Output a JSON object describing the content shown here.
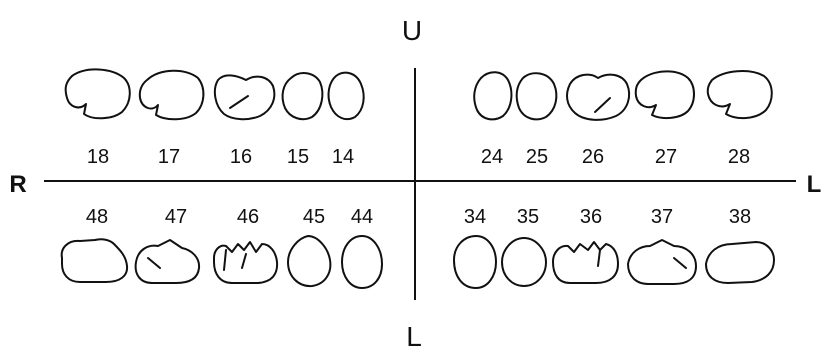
{
  "labels": {
    "top": "U",
    "bottom": "L",
    "left": "R",
    "right": "L"
  },
  "quadrants": {
    "upper_right": [
      "18",
      "17",
      "16",
      "15",
      "14"
    ],
    "upper_left": [
      "24",
      "25",
      "26",
      "27",
      "28"
    ],
    "lower_right": [
      "48",
      "47",
      "46",
      "45",
      "44"
    ],
    "lower_left": [
      "34",
      "35",
      "36",
      "37",
      "38"
    ]
  }
}
